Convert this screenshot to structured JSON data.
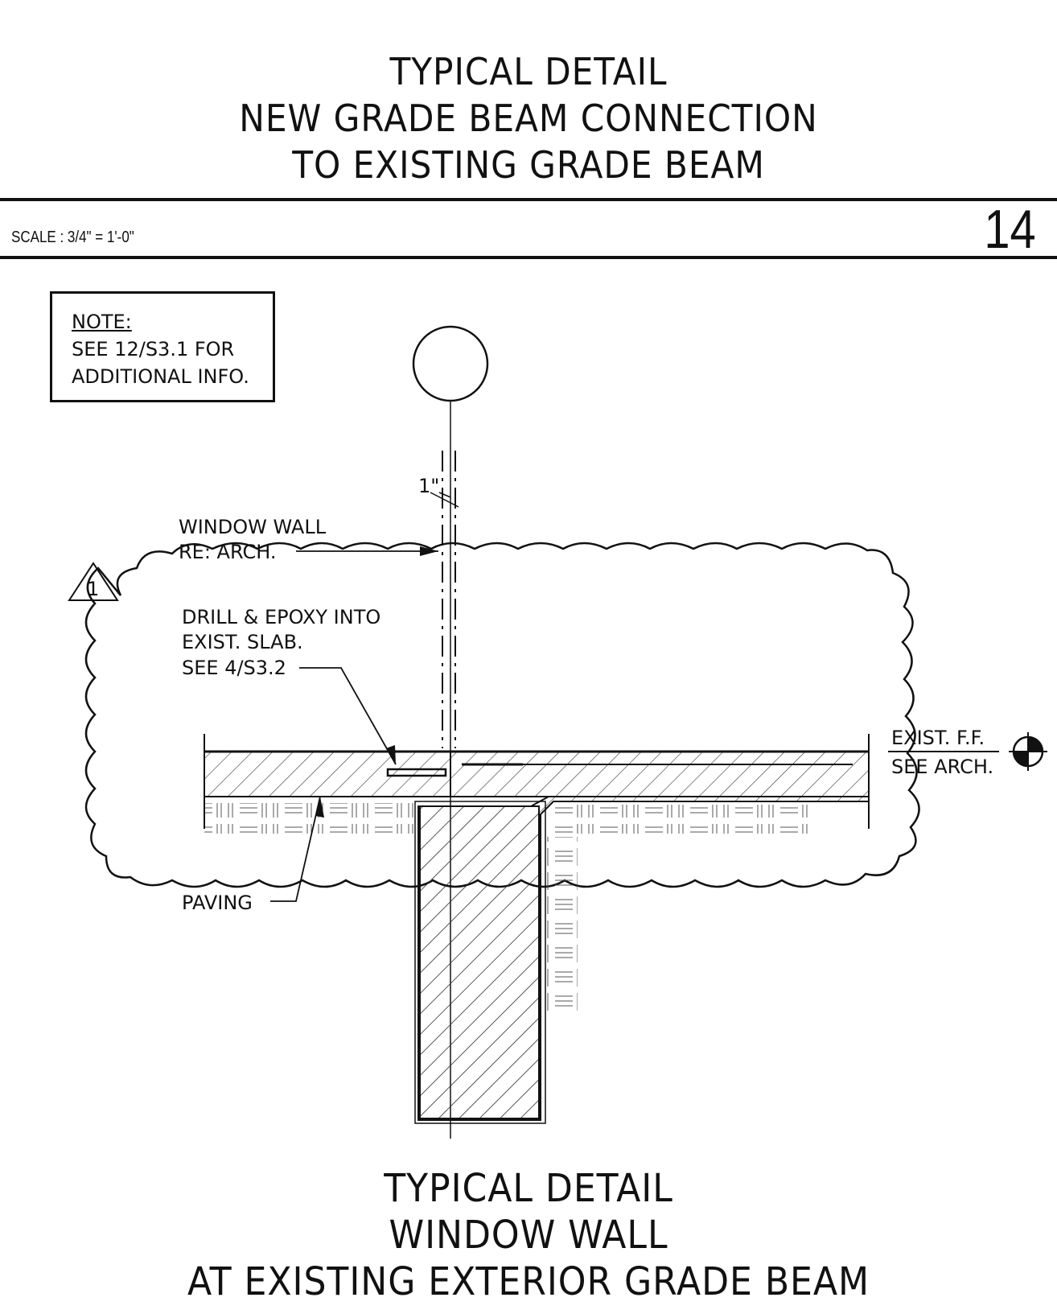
{
  "header": {
    "title_lines": [
      "TYPICAL DETAIL",
      "NEW GRADE BEAM CONNECTION",
      "TO EXISTING GRADE BEAM"
    ],
    "scale": "SCALE : 3/4\" = 1'-0\"",
    "detail_number": "14"
  },
  "note": {
    "label": "NOTE:",
    "lines": [
      "SEE 12/S3.1 FOR",
      "ADDITIONAL INFO."
    ]
  },
  "callouts": {
    "dimension": "1\"",
    "window_wall": [
      "WINDOW WALL",
      "RE: ARCH."
    ],
    "revision": "1",
    "drill": [
      "DRILL & EPOXY INTO",
      "EXIST. SLAB.",
      "SEE 4/S3.2"
    ],
    "paving": "PAVING",
    "exist_ff": [
      "EXIST. F.F.",
      "SEE ARCH."
    ]
  },
  "footer": {
    "title_lines": [
      "TYPICAL DETAIL",
      "WINDOW WALL",
      "AT EXISTING EXTERIOR GRADE BEAM"
    ]
  }
}
